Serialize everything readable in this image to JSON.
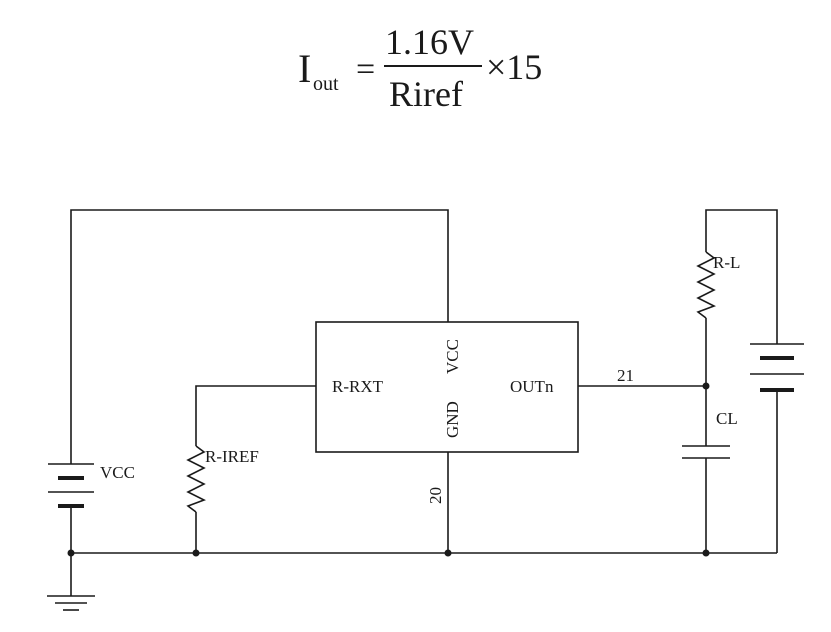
{
  "formula": {
    "lhs_main": "I",
    "lhs_sub": "out",
    "equals": "=",
    "numerator": "1.16V",
    "denominator": "Riref",
    "multiplier": "×15"
  },
  "labels": {
    "chip_vcc": "VCC",
    "chip_gnd": "GND",
    "chip_rrxt": "R-RXT",
    "chip_out": "OUTn",
    "pin_21": "21",
    "pin_20": "20",
    "r_l": "R-L",
    "cl": "CL",
    "r_iref": "R-IREF",
    "battery_vcc": "VCC"
  }
}
